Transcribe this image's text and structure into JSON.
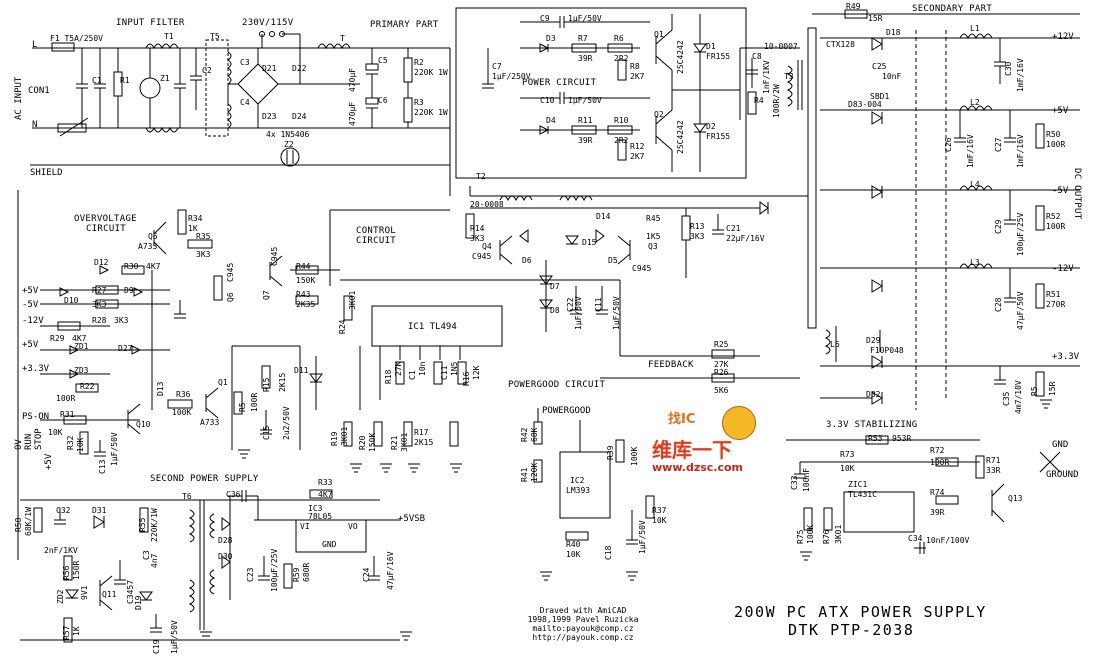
{
  "title": "200W PC ATX POWER SUPPLY",
  "subtitle": "DTK PTP-2038",
  "credit": {
    "line1": "Draved with AmiCAD",
    "line2": "1998,1999 Pavel Ruzicka",
    "line3": "mailto:payouk@comp.cz",
    "line4": "http://payouk.comp.cz"
  },
  "watermark": {
    "text": "维库一下",
    "url": "www.dzsc.com",
    "top": "找IC"
  },
  "sections": {
    "input_filter": "INPUT FILTER",
    "primary": "PRIMARY PART",
    "secondary": "SECONDARY PART",
    "power_circuit": "POWER CIRCUIT",
    "overvoltage": "OVERVOLTAGE",
    "overvoltage2": "CIRCUIT",
    "control": "CONTROL",
    "control2": "CIRCUIT",
    "powergood_circuit": "POWERGOOD CIRCUIT",
    "second_supply": "SECOND POWER SUPPLY",
    "stabilizing": "3.3V STABILIZING",
    "feedback": "FEEDBACK",
    "ac_input": "AC INPUT",
    "con1": "CON1",
    "shield": "SHIELD",
    "dc_output": "DC OUTPUT",
    "mains_switch": "230V/115V"
  },
  "outputs": {
    "p12": "+12V",
    "p5": "+5V",
    "m5": "-5V",
    "m12": "-12V",
    "p33": "+3.3V",
    "gnd": "GND",
    "ground": "GROUND",
    "p5vsb": "+5VSB",
    "powergood": "POWERGOOD"
  },
  "left_inputs": {
    "p5": "+5V",
    "m5": "-5V",
    "m12": "-12V",
    "p5b": "+5V",
    "p33": "+3.3V",
    "pson": "PS-ON",
    "ov": "0V",
    "run": "RUN",
    "stop": "STOP",
    "p5c": "+5V",
    "L": "L",
    "N": "N"
  },
  "labels": [
    "F1 T5A/250V",
    "T1",
    "T5",
    "C1",
    "R1",
    "Z1",
    "C2",
    "C3",
    "C4",
    "D21",
    "D22",
    "D23",
    "D24",
    "4x 1N5406",
    "Z2",
    "T",
    "C5",
    "C6",
    "470µF",
    "470µF",
    "R2",
    "R3",
    "220K 1W",
    "220K 1W",
    "C7",
    "1µF/250V",
    "C9",
    "1µF/50V",
    "C10",
    "1µF/50V",
    "D3",
    "D4",
    "R7",
    "39R",
    "R11",
    "39R",
    "R6",
    "2R2",
    "R10",
    "2R2",
    "R8",
    "2K7",
    "R12",
    "2K7",
    "Q1",
    "Q2",
    "2SC4242",
    "2SC4242",
    "D1",
    "FR155",
    "D2",
    "FR155",
    "C8",
    "1nF/1KV",
    "R4",
    "100R/2W",
    "10-0007",
    "T3",
    "T2",
    "20-0008",
    "R14",
    "3K3",
    "Q4",
    "C945",
    "D6",
    "D14",
    "R45",
    "1K5",
    "D15",
    "D5",
    "Q3",
    "C945",
    "R13",
    "3K3",
    "C21",
    "22µF/16V",
    "D7",
    "D8",
    "C22",
    "1µF/50V",
    "C11",
    "1µF/50V",
    "R49",
    "15R",
    "CTX128",
    "D18",
    "C25",
    "10nF",
    "L1",
    "C30",
    "1mF/16V",
    "SBD1",
    "D83-004",
    "L2",
    "C26",
    "1mF/16V",
    "C27",
    "1mF/16V",
    "R50",
    "100R",
    "L4",
    "C29",
    "100µF/25V",
    "R52",
    "100R",
    "L3",
    "C28",
    "47µF/50V",
    "R51",
    "270R",
    "L6",
    "D29",
    "F10P048",
    "C35",
    "4m7/10V",
    "R5",
    "15R",
    "D32",
    "R53",
    "953R",
    "C33",
    "100nF",
    "R73",
    "10K",
    "R72",
    "100R",
    "R71",
    "33R",
    "ZIC1",
    "TL431C",
    "Q13",
    "R74",
    "39R",
    "R75",
    "100K",
    "R76",
    "3K01",
    "C34",
    "10nF/100V",
    "IC1 TL494",
    "R24",
    "3K01",
    "R19",
    "3K01",
    "R18",
    "27K",
    "C1",
    "10n",
    "C11",
    "1N5",
    "R16",
    "12K",
    "R20",
    "150K",
    "R21",
    "3K01",
    "R17",
    "2K15",
    "R25",
    "27K",
    "R26",
    "5K6",
    "R42",
    "68K",
    "R41",
    "120K",
    "IC2",
    "LM393",
    "R39",
    "100K",
    "R37",
    "10K",
    "R40",
    "10K",
    "C18",
    "1µF/50V",
    "Q5",
    "A733",
    "R34",
    "1K",
    "R35",
    "3K3",
    "D12",
    "R30",
    "4K7",
    "C945",
    "Q6",
    "R44",
    "150K",
    "R43",
    "2K35",
    "Q7",
    "C945",
    "D10",
    "R27",
    "3K3",
    "D9",
    "R28",
    "3K3",
    "R29",
    "4K7",
    "ZD1",
    "D27",
    "ZD3",
    "R22",
    "100R",
    "D13",
    "R36",
    "100K",
    "Q1",
    "A733",
    "R15",
    "2K15",
    "C15",
    "2u2/50V",
    "R5",
    "100R",
    "D11",
    "R31",
    "10K",
    "R32",
    "10K",
    "C13",
    "1µF/50V",
    "Q10",
    "T6",
    "C36",
    "R33",
    "4K7",
    "IC3",
    "78L05",
    "VI",
    "VO",
    "GND",
    "C23",
    "100µF/25V",
    "R59",
    "680R",
    "C24",
    "47µF/16V",
    "D28",
    "D30",
    "R58",
    "68K/1W",
    "C32",
    "2nF/1KV",
    "D31",
    "R55",
    "220K/1W",
    "C3",
    "4n7",
    "R56",
    "150R",
    "Q11",
    "C3457",
    "ZD2",
    "9V1",
    "D19",
    "C19",
    "1µF/50V",
    "R57",
    "1K"
  ]
}
